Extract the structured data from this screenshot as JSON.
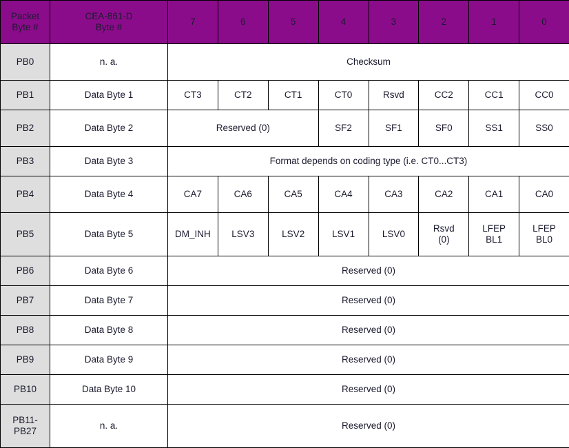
{
  "table": {
    "header": {
      "packet_byte": "Packet\nByte #",
      "cea_byte": "CEA-861-D\nByte #",
      "bits": [
        "7",
        "6",
        "5",
        "4",
        "3",
        "2",
        "1",
        "0"
      ]
    },
    "colors": {
      "header_bg": "#8B0C8B",
      "header_fg": "#ffffff",
      "first_col_bg": "#dedede",
      "cell_bg": "#ffffff",
      "border": "#000000",
      "text": "#1a1a2e"
    },
    "rows": [
      {
        "packet_byte": "PB0",
        "cea_byte": "n. a.",
        "cells": [
          {
            "label": "Checksum",
            "span": 8
          }
        ]
      },
      {
        "packet_byte": "PB1",
        "cea_byte": "Data Byte 1",
        "cells": [
          {
            "label": "CT3",
            "span": 1
          },
          {
            "label": "CT2",
            "span": 1
          },
          {
            "label": "CT1",
            "span": 1
          },
          {
            "label": "CT0",
            "span": 1
          },
          {
            "label": "Rsvd",
            "span": 1
          },
          {
            "label": "CC2",
            "span": 1
          },
          {
            "label": "CC1",
            "span": 1
          },
          {
            "label": "CC0",
            "span": 1
          }
        ]
      },
      {
        "packet_byte": "PB2",
        "cea_byte": "Data Byte 2",
        "cells": [
          {
            "label": "Reserved (0)",
            "span": 3
          },
          {
            "label": "SF2",
            "span": 1
          },
          {
            "label": "SF1",
            "span": 1
          },
          {
            "label": "SF0",
            "span": 1
          },
          {
            "label": "SS1",
            "span": 1
          },
          {
            "label": "SS0",
            "span": 1
          }
        ]
      },
      {
        "packet_byte": "PB3",
        "cea_byte": "Data Byte 3",
        "cells": [
          {
            "label": "Format depends on coding type (i.e. CT0...CT3)",
            "span": 8
          }
        ]
      },
      {
        "packet_byte": "PB4",
        "cea_byte": "Data Byte 4",
        "cells": [
          {
            "label": "CA7",
            "span": 1
          },
          {
            "label": "CA6",
            "span": 1
          },
          {
            "label": "CA5",
            "span": 1
          },
          {
            "label": "CA4",
            "span": 1
          },
          {
            "label": "CA3",
            "span": 1
          },
          {
            "label": "CA2",
            "span": 1
          },
          {
            "label": "CA1",
            "span": 1
          },
          {
            "label": "CA0",
            "span": 1
          }
        ]
      },
      {
        "packet_byte": "PB5",
        "cea_byte": "Data Byte 5",
        "cells": [
          {
            "label": "DM_INH",
            "span": 1
          },
          {
            "label": "LSV3",
            "span": 1
          },
          {
            "label": "LSV2",
            "span": 1
          },
          {
            "label": "LSV1",
            "span": 1
          },
          {
            "label": "LSV0",
            "span": 1
          },
          {
            "label": "Rsvd\n(0)",
            "span": 1
          },
          {
            "label": "LFEP\nBL1",
            "span": 1
          },
          {
            "label": "LFEP\nBL0",
            "span": 1
          }
        ]
      },
      {
        "packet_byte": "PB6",
        "cea_byte": "Data Byte 6",
        "cells": [
          {
            "label": "Reserved (0)",
            "span": 8
          }
        ]
      },
      {
        "packet_byte": "PB7",
        "cea_byte": "Data Byte 7",
        "cells": [
          {
            "label": "Reserved (0)",
            "span": 8
          }
        ]
      },
      {
        "packet_byte": "PB8",
        "cea_byte": "Data Byte 8",
        "cells": [
          {
            "label": "Reserved (0)",
            "span": 8
          }
        ]
      },
      {
        "packet_byte": "PB9",
        "cea_byte": "Data Byte 9",
        "cells": [
          {
            "label": "Reserved (0)",
            "span": 8
          }
        ]
      },
      {
        "packet_byte": "PB10",
        "cea_byte": "Data Byte 10",
        "cells": [
          {
            "label": "Reserved (0)",
            "span": 8
          }
        ]
      },
      {
        "packet_byte": "PB11-\nPB27",
        "cea_byte": "n. a.",
        "cells": [
          {
            "label": "Reserved (0)",
            "span": 8
          }
        ]
      }
    ]
  }
}
